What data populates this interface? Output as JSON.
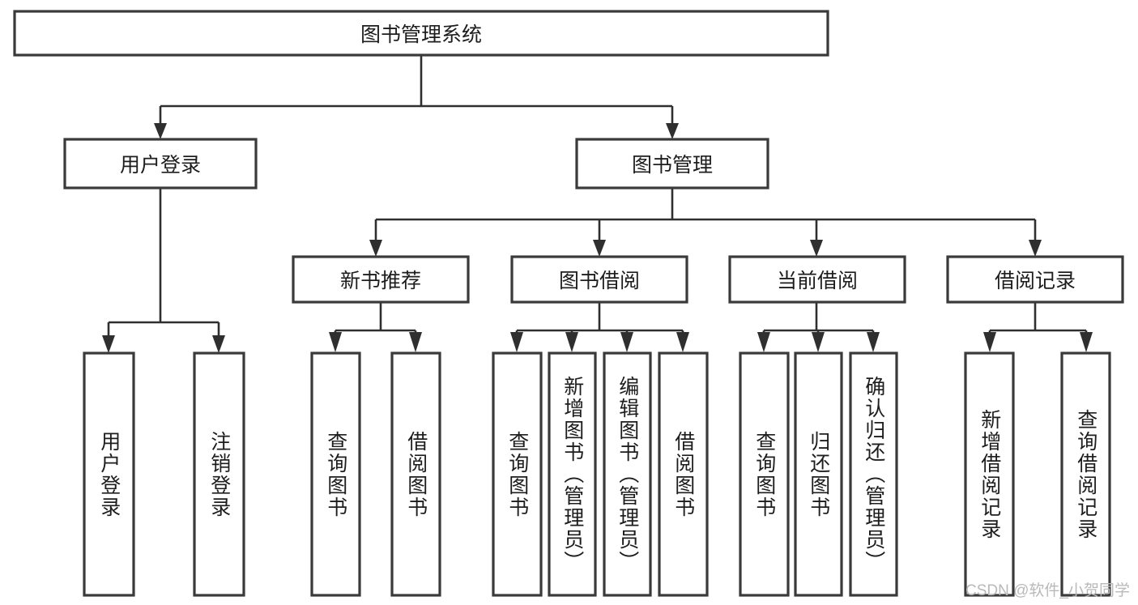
{
  "diagram": {
    "kind": "tree-hierarchy-chart",
    "title_text": "图书管理系统",
    "watermark": "CSDN @软件_小贺同学",
    "colors": {
      "box_stroke": "#3a3a3a",
      "box_fill": "#ffffff",
      "connector": "#2f2f2f",
      "text": "#1d1d1d",
      "watermark": "#b9b9b9",
      "background": "#ffffff"
    },
    "levels": {
      "root": "图书管理系统",
      "level2": [
        "用户登录",
        "图书管理"
      ],
      "level3": [
        "新书推荐",
        "图书借阅",
        "当前借阅",
        "借阅记录"
      ]
    },
    "nodes": {
      "root": {
        "label": "图书管理系统"
      },
      "user_login": {
        "label": "用户登录"
      },
      "book_manage": {
        "label": "图书管理"
      },
      "new_book_rec": {
        "label": "新书推荐"
      },
      "book_borrow": {
        "label": "图书借阅"
      },
      "current_borrow": {
        "label": "当前借阅"
      },
      "borrow_record": {
        "label": "借阅记录"
      },
      "leaf_user_login": {
        "label": "用户登录"
      },
      "leaf_logout": {
        "label": "注销登录"
      },
      "leaf_query_book_1": {
        "label": "查询图书"
      },
      "leaf_borrow_book_1": {
        "label": "借阅图书"
      },
      "leaf_query_book_2": {
        "label": "查询图书"
      },
      "leaf_add_book": {
        "label": "新增图书（管理员）"
      },
      "leaf_edit_book": {
        "label": "编辑图书（管理员）"
      },
      "leaf_borrow_book_2": {
        "label": "借阅图书"
      },
      "leaf_query_book_3": {
        "label": "查询图书"
      },
      "leaf_return_book": {
        "label": "归还图书"
      },
      "leaf_confirm_return": {
        "label": "确认归还（管理员）"
      },
      "leaf_add_record": {
        "label": "新增借阅记录"
      },
      "leaf_query_record": {
        "label": "查询借阅记录"
      }
    }
  }
}
